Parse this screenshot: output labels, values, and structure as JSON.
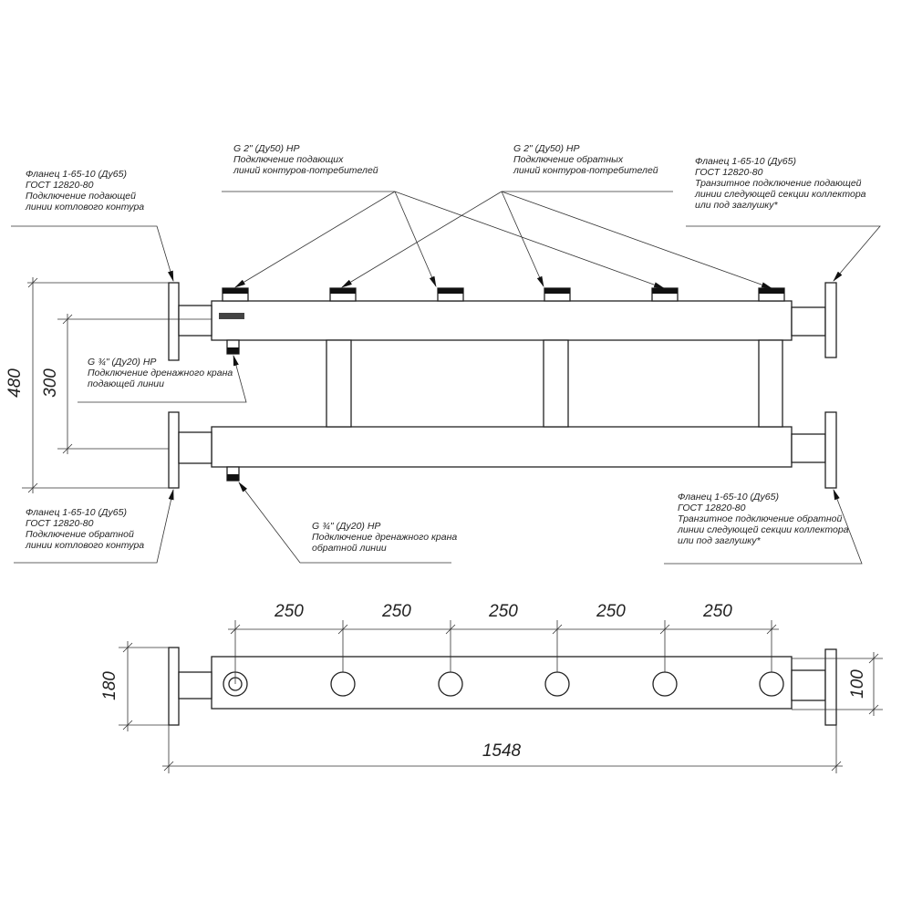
{
  "labels": {
    "flange_supply_left": [
      "Фланец 1-65-10 (Ду65)",
      "ГОСТ 12820-80",
      "Подключение подающей",
      "линии котлового контура"
    ],
    "supply_outlets": [
      "G 2\" (Ду50) НР",
      "Подключение подающих",
      "линий контуров-потребителей"
    ],
    "return_outlets": [
      "G 2\" (Ду50) НР",
      "Подключение обратных",
      "линий контуров-потребителей"
    ],
    "flange_supply_right": [
      "Фланец 1-65-10 (Ду65)",
      "ГОСТ 12820-80",
      "Транзитное подключение подающей",
      "линии следующей секции коллектора",
      "или под заглушку*"
    ],
    "drain_supply": [
      "G ¾\" (Ду20) НР",
      "Подключение дренажного крана",
      "подающей линии"
    ],
    "flange_return_left": [
      "Фланец 1-65-10 (Ду65)",
      "ГОСТ 12820-80",
      "Подключение обратной",
      "линии котлового контура"
    ],
    "drain_return": [
      "G ¾\" (Ду20) НР",
      "Подключение дренажного крана",
      "обратной линии"
    ],
    "flange_return_right": [
      "Фланец 1-65-10 (Ду65)",
      "ГОСТ 12820-80",
      "Транзитное подключение обратной",
      "линии следующей секции коллектора",
      "или под заглушку*"
    ]
  },
  "dimensions": {
    "height_total": "480",
    "axis_spacing": "300",
    "outlet_pitch": [
      "250",
      "250",
      "250",
      "250",
      "250"
    ],
    "flange_height": "180",
    "body_depth": "100",
    "total_length": "1548"
  }
}
